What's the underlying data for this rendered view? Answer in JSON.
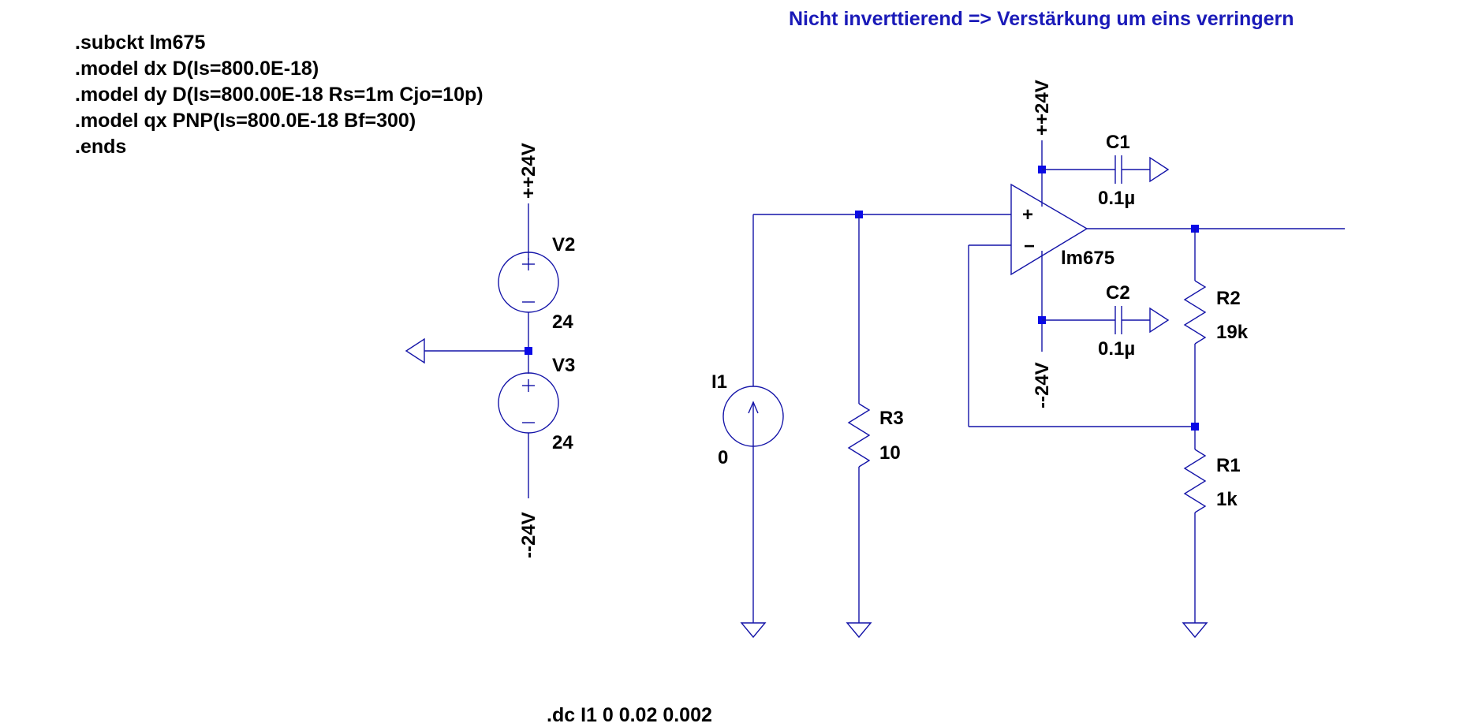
{
  "title_note": "Nicht inverttierend => Verstärkung um eins verringern",
  "spice_lines": [
    ".subckt lm675",
    ".model dx D(Is=800.0E-18)",
    ".model dy D(Is=800.00E-18 Rs=1m Cjo=10p)",
    ".model qx PNP(Is=800.0E-18 Bf=300)",
    ".ends"
  ],
  "dc_command": ".dc I1 0 0.02 0.002",
  "supply": {
    "pos_label": "++24V",
    "neg_label": "--24V",
    "v2": {
      "name": "V2",
      "value": "24"
    },
    "v3": {
      "name": "V3",
      "value": "24"
    }
  },
  "opamp": {
    "name": "lm675",
    "pos_label": "++24V",
    "neg_label": "--24V",
    "plus_sign": "+",
    "minus_sign": "−"
  },
  "components": {
    "c1": {
      "name": "C1",
      "value": "0.1µ"
    },
    "c2": {
      "name": "C2",
      "value": "0.1µ"
    },
    "r1": {
      "name": "R1",
      "value": "1k"
    },
    "r2": {
      "name": "R2",
      "value": "19k"
    },
    "r3": {
      "name": "R3",
      "value": "10"
    },
    "i1": {
      "name": "I1",
      "value": "0"
    }
  },
  "colors": {
    "wire": "#1414a8",
    "junction": "#0a0ae6",
    "note": "#1a1ab8",
    "text": "#000000"
  }
}
